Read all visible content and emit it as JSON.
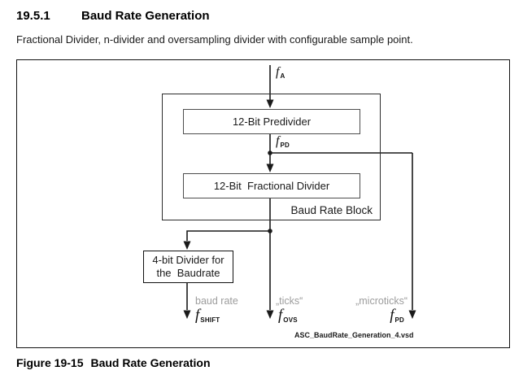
{
  "doc": {
    "section_number": "19.5.1",
    "section_title": "Baud Rate Generation",
    "intro": "Fractional Divider, n-divider and oversampling divider with configurable sample point.",
    "figure_label": "Figure 19-15",
    "figure_title": "Baud Rate Generation"
  },
  "diagram": {
    "signals": {
      "input": {
        "base": "f",
        "sub": "A"
      },
      "predivided": {
        "base": "f",
        "sub": "PD"
      }
    },
    "blocks": {
      "predivider": "12-Bit Predivider",
      "fractional": "12-Bit  Fractional Divider",
      "baud_rate_block": "Baud Rate Block",
      "divider4_line1": "4-bit Divider for",
      "divider4_line2": "the  Baudrate"
    },
    "outputs": {
      "shift": {
        "annotation": "baud rate",
        "base": "f",
        "sub": "SHIFT"
      },
      "ovs": {
        "annotation": "„ticks“",
        "base": "f",
        "sub": "OVS"
      },
      "pd": {
        "annotation": "„microticks“",
        "base": "f",
        "sub": "PD"
      }
    },
    "source_file": "ASC_BaudRate_Generation_4.vsd",
    "colors": {
      "line": "#1a1a1a",
      "muted": "#9c9c9c"
    }
  }
}
